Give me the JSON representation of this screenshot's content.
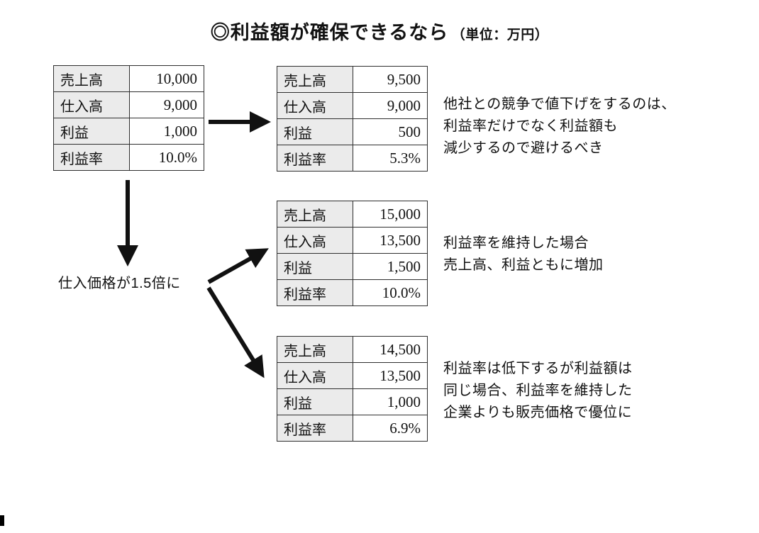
{
  "title": {
    "main": "◎利益額が確保できるなら",
    "unit": "（単位：万円）"
  },
  "tables": [
    {
      "name": "base",
      "rows": [
        {
          "label": "売上高",
          "value": "10,000"
        },
        {
          "label": "仕入高",
          "value": "9,000"
        },
        {
          "label": "利益",
          "value": "1,000"
        },
        {
          "label": "利益率",
          "value": "10.0%"
        }
      ]
    },
    {
      "name": "price-cut",
      "rows": [
        {
          "label": "売上高",
          "value": "9,500"
        },
        {
          "label": "仕入高",
          "value": "9,000"
        },
        {
          "label": "利益",
          "value": "500"
        },
        {
          "label": "利益率",
          "value": "5.3%"
        }
      ]
    },
    {
      "name": "keep-margin-rate",
      "rows": [
        {
          "label": "売上高",
          "value": "15,000"
        },
        {
          "label": "仕入高",
          "value": "13,500"
        },
        {
          "label": "利益",
          "value": "1,500"
        },
        {
          "label": "利益率",
          "value": "10.0%"
        }
      ]
    },
    {
      "name": "keep-profit-amount",
      "rows": [
        {
          "label": "売上高",
          "value": "14,500"
        },
        {
          "label": "仕入高",
          "value": "13,500"
        },
        {
          "label": "利益",
          "value": "1,000"
        },
        {
          "label": "利益率",
          "value": "6.9%"
        }
      ]
    }
  ],
  "arrow_label": "仕入価格が1.5倍に",
  "annotations": [
    {
      "lines": [
        "他社との競争で値下げをするのは、",
        "利益率だけでなく利益額も",
        "減少するので避けるべき"
      ]
    },
    {
      "lines": [
        "利益率を維持した場合",
        "売上高、利益ともに増加"
      ]
    },
    {
      "lines": [
        "利益率は低下するが利益額は",
        "同じ場合、利益率を維持した",
        "企業よりも販売価格で優位に"
      ]
    }
  ],
  "colors": {
    "header_cell_bg": "#ebebeb",
    "table_border": "#2e2e2e",
    "arrow": "#111111",
    "text": "#111111"
  }
}
